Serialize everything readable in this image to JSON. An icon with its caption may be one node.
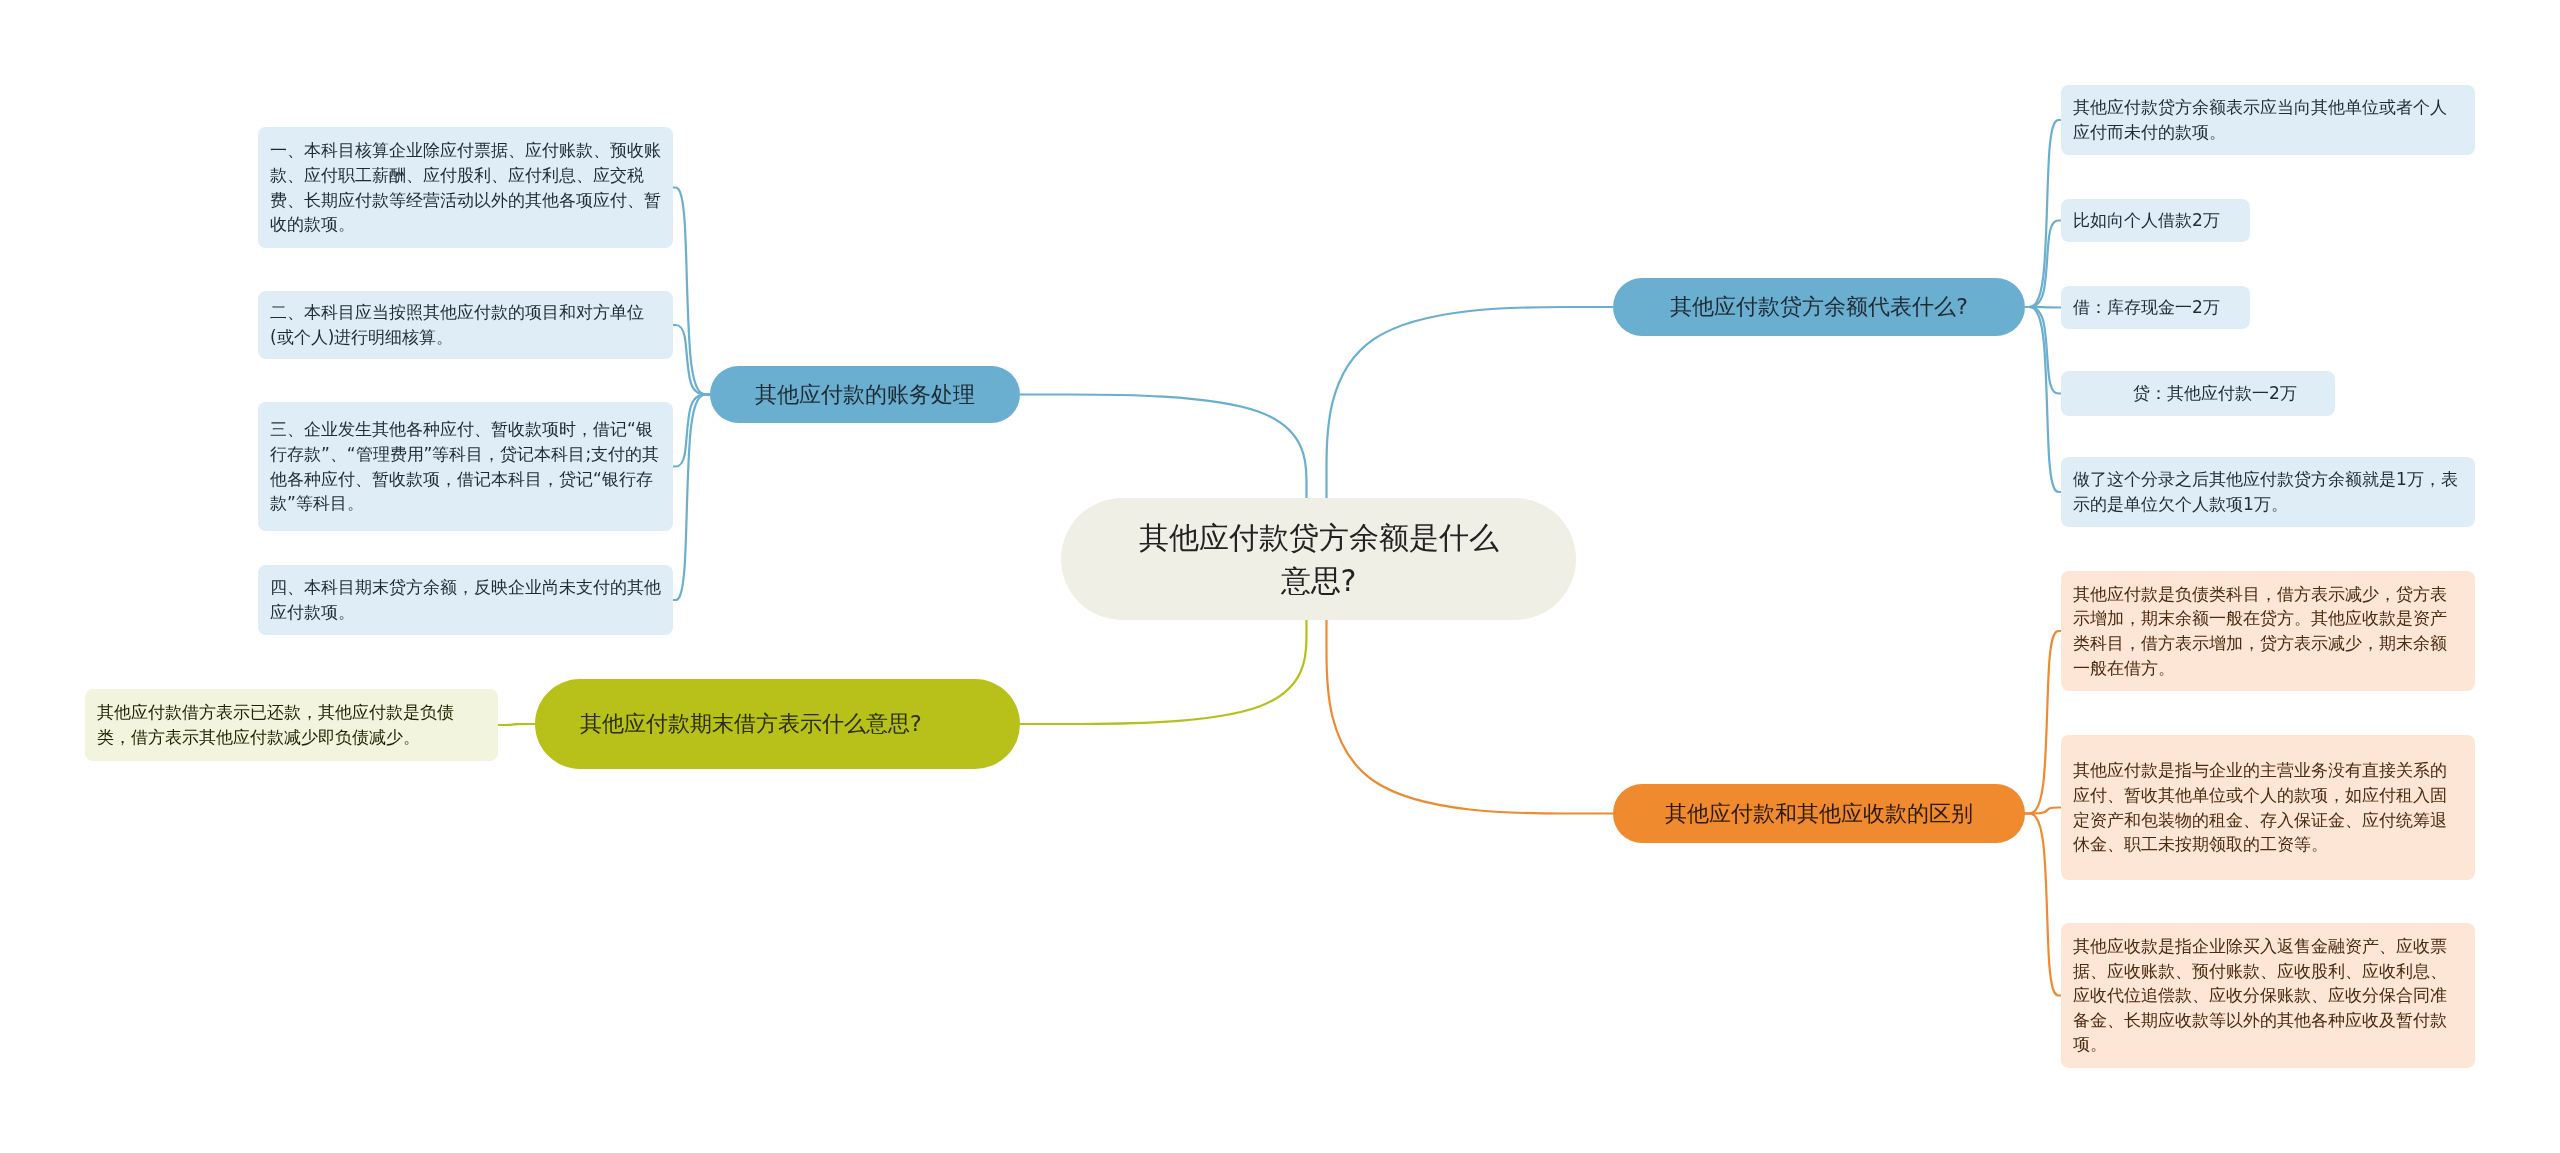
{
  "diagram": {
    "nodes": [
      {
        "text": [
          "其他应付款贷方余额是什么意思?"
        ]
      },
      {
        "text": [
          "其他应付款的账务处理"
        ]
      },
      {
        "text": [
          "一、本科目核算企业除应付票据、应付账款、预收账款、应付职工薪酬、应付股利、应付利息、应交税费、长期应付款等经营活动以外的其他各项应付、暂收的款项。"
        ]
      },
      {
        "text": [
          "二、本科目应当按照其他应付款的项目和对方单位(或个人)进行明细核算。"
        ]
      },
      {
        "text": [
          "三、企业发生其他各种应付、暂收款项时，借记“银行存款”、“管理费用”等科目，贷记本科目;支付的其他各种应付、暂收款项，借记本科目，贷记“银行存款”等科目。"
        ]
      },
      {
        "text": [
          "四、本科目期末贷方余额，反映企业尚未支付的其他应付款项。"
        ]
      },
      {
        "text": [
          "其他应付款期末借方表示什么意思?"
        ]
      },
      {
        "text": [
          "其他应付款借方表示已还款，其他应付款是负债类，借方表示其他应付款减少即负债减少。"
        ]
      },
      {
        "text": [
          "其他应付款贷方余额代表什么?"
        ]
      },
      {
        "text": [
          "其他应付款贷方余额表示应当向其他单位或者个人应付而未付的款项。"
        ]
      },
      {
        "text": [
          "比如向个人借款2万"
        ]
      },
      {
        "text": [
          "借：库存现金一2万"
        ]
      },
      {
        "text": [
          "贷：其他应付款一2万"
        ]
      },
      {
        "text": [
          "做了这个分录之后其他应付款贷方余额就是1万，表示的是单位欠个人款项1万。"
        ]
      },
      {
        "text": [
          "其他应付款和其他应收款的区别"
        ]
      },
      {
        "text": [
          "其他应付款是负债类科目，借方表示减少，贷方表示增加，期末余额一般在贷方。其他应收款是资产类科目，借方表示增加，贷方表示减少，期末余额一般在借方。"
        ]
      },
      {
        "text": [
          "其他应付款是指与企业的主营业务没有直接关系的应付、暂收其他单位或个人的款项，如应付租入固定资产和包装物的租金、存入保证金、应付统筹退休金、职工未按期领取的工资等。"
        ]
      },
      {
        "text": [
          "其他应收款是指企业除买入返售金融资产、应收票据、应收账款、预付账款、应收股利、应收利息、应收代位追偿款、应收分保账款、应收分保合同准备金、长期应收款等以外的其他各种应收及暂付款项。"
        ]
      }
    ],
    "edges": [
      {
        "from": 0,
        "to": 1,
        "arrow": "none"
      },
      {
        "from": 1,
        "to": 2,
        "arrow": "none"
      },
      {
        "from": 1,
        "to": 3,
        "arrow": "none"
      },
      {
        "from": 1,
        "to": 4,
        "arrow": "none"
      },
      {
        "from": 1,
        "to": 5,
        "arrow": "none"
      },
      {
        "from": 0,
        "to": 6,
        "arrow": "none",
        "color": "#b5c01a"
      },
      {
        "from": 6,
        "to": 7,
        "arrow": "none",
        "color": "#b5c01a"
      },
      {
        "from": 0,
        "to": 8,
        "arrow": "none"
      },
      {
        "from": 8,
        "to": 9,
        "arrow": "none"
      },
      {
        "from": 8,
        "to": 10,
        "arrow": "none"
      },
      {
        "from": 8,
        "to": 11,
        "arrow": "none"
      },
      {
        "from": 8,
        "to": 12,
        "arrow": "none"
      },
      {
        "from": 8,
        "to": 13,
        "arrow": "none"
      },
      {
        "from": 0,
        "to": 14,
        "arrow": "none",
        "color": "#ef8a31"
      },
      {
        "from": 14,
        "to": 15,
        "arrow": "none",
        "color": "#ef8a31"
      },
      {
        "from": 14,
        "to": 16,
        "arrow": "none",
        "color": "#ef8a31"
      },
      {
        "from": 14,
        "to": 17,
        "arrow": "none",
        "color": "#ef8a31"
      }
    ]
  }
}
